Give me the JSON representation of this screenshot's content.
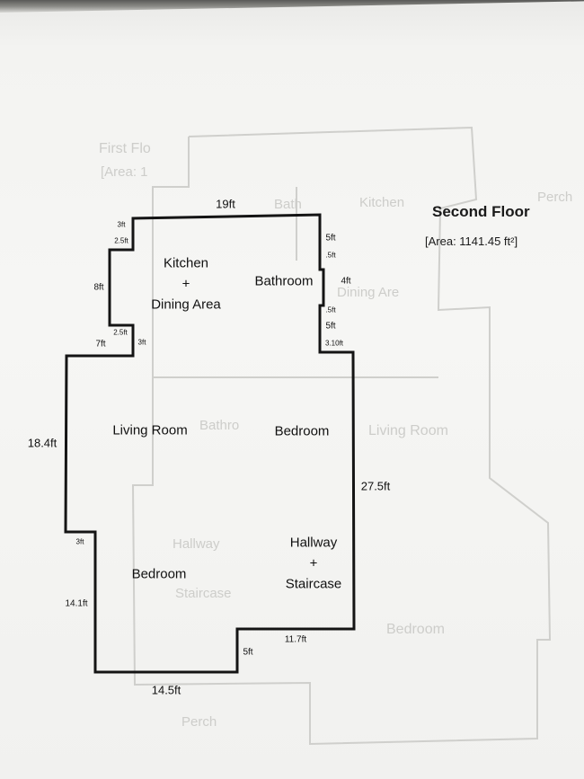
{
  "floor": {
    "title": "Second Floor",
    "area": "[Area: 1141.45 ft²]"
  },
  "rooms": {
    "kitchen": [
      "Kitchen",
      "+",
      "Dining Area"
    ],
    "bathroom": "Bathroom",
    "living_room": "Living Room",
    "bedroom_right": "Bedroom",
    "hallway": [
      "Hallway",
      "+",
      "Staircase"
    ],
    "bedroom_bottom": "Bedroom"
  },
  "dimensions": {
    "top": "19ft",
    "kitchen_top_step": "3ft",
    "kitchen_left_upper": "2.5ft",
    "kitchen_left": "8ft",
    "kitchen_left_lower": "2.5ft",
    "living_top_left": "7ft",
    "living_top_step": "3ft",
    "bath_right_upper": "5ft",
    "bath_right_notch_top": ".5ft",
    "bath_right_mid": "4ft",
    "bath_right_notch_bottom": ".5ft",
    "bath_right_lower": "5ft",
    "bedroom_top_step": "3.10ft",
    "left_upper": "18.4ft",
    "left_step": "3ft",
    "left_lower": "14.1ft",
    "right": "27.5ft",
    "bottom_right": "11.7ft",
    "bottom_step": "5ft",
    "bottom": "14.5ft"
  },
  "ghost_labels": {
    "first_floor_label": "First Flo",
    "area_label": "[Area: 1",
    "kitchen": "Kitchen",
    "bath": "Bath",
    "perch_top": "Perch",
    "dining": "Dining Are",
    "living": "Living Room",
    "bath2": "Bathro",
    "hallway": "Hallway",
    "staircase": "Staircase",
    "bedroom": "Bedroom",
    "perch_bottom": "Perch"
  }
}
